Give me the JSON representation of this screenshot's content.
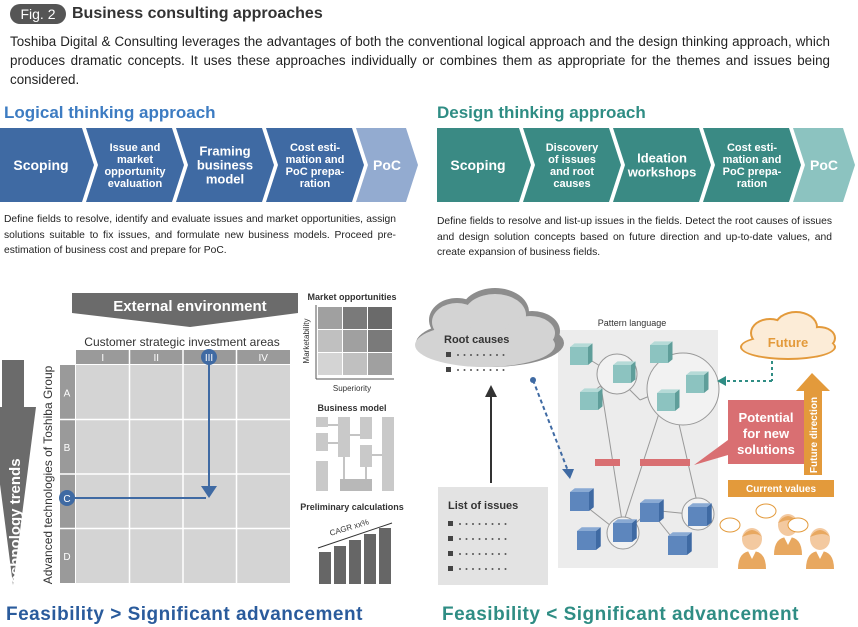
{
  "figure": {
    "badge": "Fig. 2",
    "title": "Business consulting approaches",
    "intro": "Toshiba Digital & Consulting leverages the advantages of both the conventional logical approach and the design thinking approach, which produces dramatic concepts. It uses these approaches individually or combines them as appropriate for the themes and issues being considered."
  },
  "logical": {
    "title": "Logical thinking approach",
    "steps": [
      [
        "Scoping"
      ],
      [
        "Issue and",
        "market",
        "opportunity",
        "evaluation"
      ],
      [
        "Framing",
        "business",
        "model"
      ],
      [
        "Cost esti-",
        "mation and",
        "PoC prepa-",
        "ration"
      ],
      [
        "PoC"
      ]
    ],
    "description": "Define fields to resolve, identify and evaluate issues and market opportunities, assign solutions suitable to fix issues, and formulate new business models. Proceed pre-estimation of business cost and prepare for PoC.",
    "bottom": "Feasibility > Significant advancement",
    "diagram": {
      "external_environment": "External environment",
      "technology_trends": "Technology trends",
      "grid_title": "Customer strategic investment areas",
      "vertical_label": "Advanced technologies of Toshiba Group",
      "columns": [
        "I",
        "II",
        "III",
        "IV"
      ],
      "rows": [
        "A",
        "B",
        "C",
        "D"
      ],
      "highlight_column": "III",
      "highlight_row": "C",
      "market_opportunities": "Market opportunities",
      "marketability": "Marketability",
      "superiority": "Superiority",
      "business_model": "Business model",
      "preliminary_calculations": "Preliminary calculations",
      "cagr": "CAGR xx%"
    }
  },
  "design": {
    "title": "Design thinking approach",
    "steps": [
      [
        "Scoping"
      ],
      [
        "Discovery",
        "of issues",
        "and root",
        "causes"
      ],
      [
        "Ideation",
        "workshops"
      ],
      [
        "Cost esti-",
        "mation and",
        "PoC prepa-",
        "ration"
      ],
      [
        "PoC"
      ]
    ],
    "description": "Define fields to resolve and list-up issues in the fields. Detect the root causes of issues and design solution concepts based on future direction and up-to-date values, and create expansion of business fields.",
    "bottom": "Feasibility < Significant advancement",
    "diagram": {
      "root_causes": "Root causes",
      "pattern_language": "Pattern language",
      "future": "Future",
      "future_direction": "Future direction",
      "potential": [
        "Potential",
        "for new",
        "solutions"
      ],
      "current_values": "Current values",
      "list_of_issues": "List of issues"
    }
  },
  "colors": {
    "logical_blue": "#3f6aa3",
    "logical_light": "#93abd0",
    "design_teal": "#3a8a84",
    "design_light": "#8cc3c0",
    "logical_title": "#3d7cc2",
    "design_title": "#2f8d84",
    "bottom_left": "#2a5b9c",
    "bottom_right": "#2f8d84",
    "orange": "#e39a3b",
    "potential_red": "#d96f72"
  }
}
